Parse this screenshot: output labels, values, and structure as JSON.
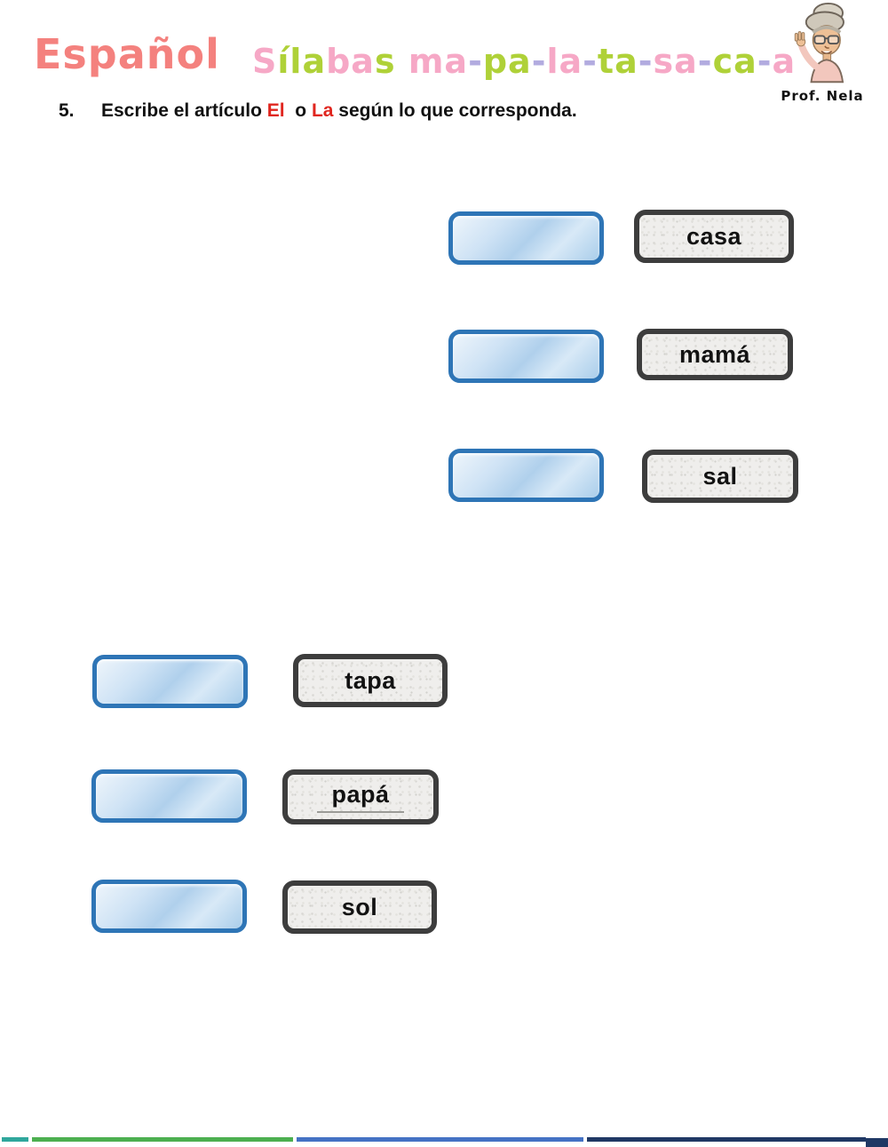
{
  "page": {
    "background": "#ffffff"
  },
  "header": {
    "title": "Español",
    "teacher_label": "Prof. Nela",
    "palette": {
      "salmon": "#f4817e",
      "pink": "#f6a8c6",
      "green": "#afd138",
      "purple": "#b2abdf"
    },
    "subtitle_segments": [
      {
        "t": "S",
        "c": "pink"
      },
      {
        "t": "í",
        "c": "green"
      },
      {
        "t": "l",
        "c": "green"
      },
      {
        "t": "a",
        "c": "green"
      },
      {
        "t": "b",
        "c": "pink"
      },
      {
        "t": "a",
        "c": "pink"
      },
      {
        "t": "s",
        "c": "green"
      },
      {
        "t": " ",
        "c": "pink"
      },
      {
        "t": "ma",
        "c": "pink"
      },
      {
        "t": "-",
        "c": "purple"
      },
      {
        "t": "pa",
        "c": "green"
      },
      {
        "t": "-",
        "c": "purple"
      },
      {
        "t": "la",
        "c": "pink"
      },
      {
        "t": "-",
        "c": "purple"
      },
      {
        "t": "ta",
        "c": "green"
      },
      {
        "t": "-",
        "c": "purple"
      },
      {
        "t": "sa",
        "c": "pink"
      },
      {
        "t": "-",
        "c": "purple"
      },
      {
        "t": "ca",
        "c": "green"
      },
      {
        "t": "-",
        "c": "purple"
      },
      {
        "t": "a",
        "c": "pink"
      }
    ]
  },
  "instruction": {
    "number": "5.",
    "parts": [
      {
        "text": "Escribe el artículo ",
        "color": "#111111"
      },
      {
        "text": "El",
        "color": "#e0261f"
      },
      {
        "text": "  o ",
        "color": "#111111"
      },
      {
        "text": "La",
        "color": "#e0261f"
      },
      {
        "text": " según lo que corresponda.",
        "color": "#111111"
      }
    ]
  },
  "exercise": {
    "input_value": "",
    "items": [
      {
        "word": "casa",
        "underlined": false
      },
      {
        "word": "mamá",
        "underlined": false
      },
      {
        "word": "sal",
        "underlined": false
      },
      {
        "word": "tapa",
        "underlined": false
      },
      {
        "word": "papá",
        "underlined": true
      },
      {
        "word": "sol",
        "underlined": false
      }
    ]
  },
  "colors": {
    "input_border": "#2e75b6",
    "input_fill_light": "#ddebf7",
    "input_fill_mid": "#b0d0ec",
    "tile_border": "#3d3d3d",
    "tile_fill": "#efeeec",
    "word_color": "#121212"
  },
  "footer": {
    "corner_color": "#1f3864",
    "stripes": [
      {
        "name": "teal",
        "color": "#2fa79c"
      },
      {
        "name": "green",
        "color": "#4caf50"
      },
      {
        "name": "blue",
        "color": "#4472c4"
      },
      {
        "name": "navy",
        "color": "#1f3864"
      }
    ]
  }
}
